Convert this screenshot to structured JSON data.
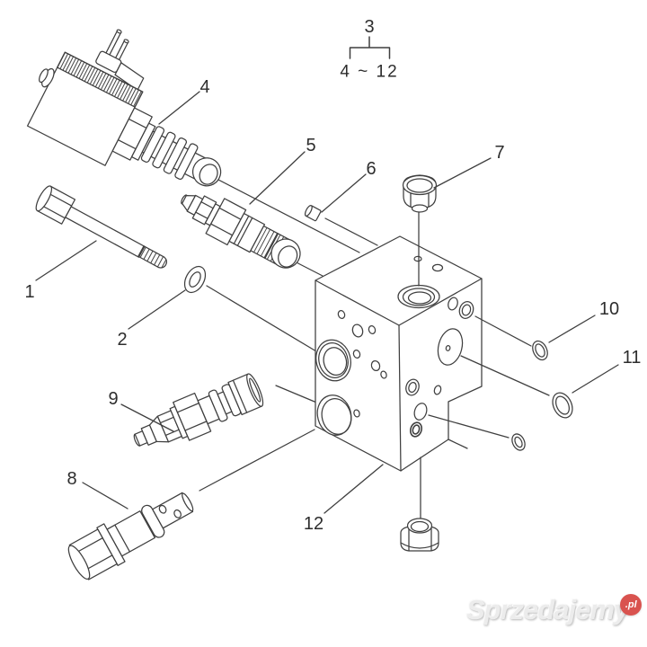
{
  "diagram": {
    "type": "exploded-parts-diagram",
    "subject": "hydraulic-valve-block-assembly",
    "group_callout": {
      "label": "3",
      "range": "4 ~ 12"
    },
    "callouts": [
      {
        "label": "1"
      },
      {
        "label": "2"
      },
      {
        "label": "4"
      },
      {
        "label": "5"
      },
      {
        "label": "6"
      },
      {
        "label": "7"
      },
      {
        "label": "8"
      },
      {
        "label": "9"
      },
      {
        "label": "10"
      },
      {
        "label": "11"
      },
      {
        "label": "12"
      }
    ]
  },
  "watermark": {
    "name": "Sprzedajemy",
    "tld": ".pl",
    "badge_color": "#d9534f",
    "text_color": "#ececec"
  },
  "colors": {
    "line": "#3f3f3f",
    "background": "#ffffff"
  }
}
